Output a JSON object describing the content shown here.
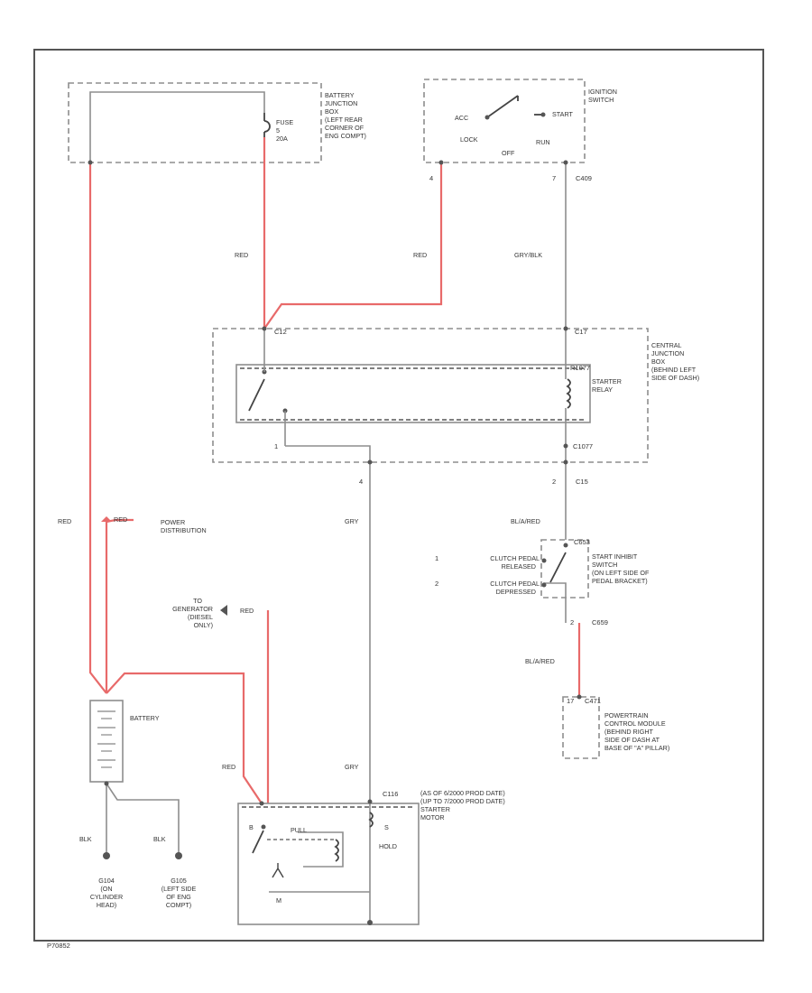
{
  "battery_junction_box": {
    "fuse": [
      "FUSE",
      "5",
      "20A"
    ],
    "label": [
      "BATTERY",
      "JUNCTION",
      "BOX",
      "(LEFT REAR",
      "CORNER OF",
      "ENG COMPT)"
    ]
  },
  "ignition_switch": {
    "label": [
      "IGNITION",
      "SWITCH"
    ],
    "acc": "ACC",
    "lock": "LOCK",
    "off": "OFF",
    "run": "RUN",
    "start": "START",
    "pin_left": "4",
    "pin_right": "7",
    "connector": "C409"
  },
  "wire_colors": {
    "red_fuse": "RED",
    "red_ign": "RED",
    "gry_blk": "GRY/BLK",
    "red_batt": "RED",
    "gry_upper": "GRY",
    "bla_red": "BL/A/RED",
    "bl_a_red_lower": "BL/A/RED",
    "red_starter": "RED",
    "gry_lower": "GRY",
    "blk_left": "BLK",
    "blk_right": "BLK"
  },
  "central_junction_box": {
    "label": [
      "CENTRAL",
      "JUNCTION",
      "BOX",
      "(BEHIND LEFT",
      "SIDE OF DASH)"
    ],
    "c_left": "C12",
    "c_right": "C17",
    "relay_connector": "R1077",
    "relay_label": [
      "STARTER",
      "RELAY"
    ],
    "bottom_pin_left": "1",
    "bottom_connector": "C1077",
    "out_pin_left": "4",
    "out_pin_right": "2",
    "out_connector": "C15"
  },
  "start_inhibit": {
    "connector": "C653",
    "label": [
      "START INHIBIT",
      "SWITCH",
      "(ON LEFT SIDE OF",
      "PEDAL BRACKET)"
    ],
    "pos1_num": "1",
    "pos1": [
      "CLUTCH PEDAL",
      "RELEASED"
    ],
    "pos2_num": "2",
    "pos2": [
      "CLUTCH PEDAL",
      "DEPRESSED"
    ],
    "pin_bottom": "2",
    "connector_bottom": "C659"
  },
  "pcm": {
    "pin": "17",
    "connector": "C471",
    "label": [
      "POWERTRAIN",
      "CONTROL MODULE",
      "(BEHIND RIGHT",
      "SIDE OF DASH AT",
      "BASE OF \"A\" PILLAR)"
    ]
  },
  "power_distribution": {
    "arrow_label": "RED",
    "label": [
      "POWER",
      "DISTRIBUTION"
    ]
  },
  "generator": {
    "arrow_label": "RED",
    "label": [
      "TO",
      "GENERATOR",
      "(DIESEL",
      "ONLY)"
    ]
  },
  "battery": {
    "label": "BATTERY"
  },
  "starter": {
    "connector": "C116",
    "label": [
      "(AS OF 6/2000 PROD DATE)",
      "(UP TO 7/2000 PROD DATE)",
      "STARTER",
      "MOTOR"
    ],
    "b_term": "B",
    "s_term": "S",
    "m_term": "M",
    "pull": "PULL",
    "hold": "HOLD"
  },
  "grounds": {
    "left": [
      "G104",
      "(ON",
      "CYLINDER",
      "HEAD)"
    ],
    "right": [
      "G105",
      "(LEFT SIDE",
      "OF ENG",
      "COMPT)"
    ]
  },
  "footer": "P70852"
}
